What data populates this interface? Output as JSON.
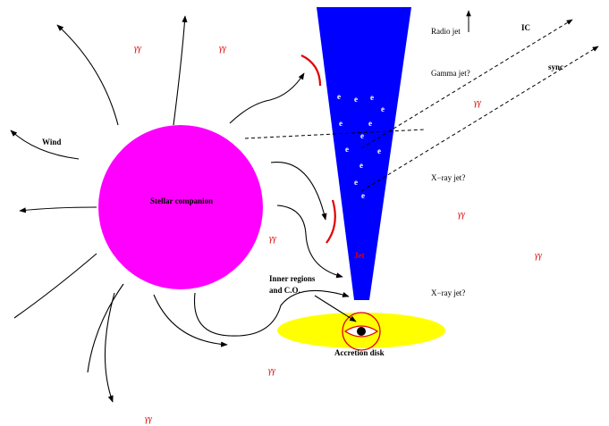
{
  "labels": {
    "radio_jet": "Radio jet",
    "ic": "IC",
    "sync": "sync",
    "gamma_jet": "Gamma jet?",
    "xray_jet_upper": "X−ray jet?",
    "xray_jet_lower": "X−ray jet?",
    "wind": "Wind",
    "stellar_companion": "Stellar companion",
    "jet": "Jet",
    "inner_regions_line1": "Inner regions",
    "inner_regions_line2": "and C.O.",
    "accretion_disk": "Accretion disk"
  },
  "gamma_symbol": "γγ",
  "electron_symbol": "e",
  "colors": {
    "star": "#ff00ff",
    "jet": "#0000ff",
    "disk": "#ffff00",
    "accent_red": "#e00000"
  },
  "icons": {
    "arrow_up": "up-arrow",
    "eye": "observer-eye-icon"
  }
}
